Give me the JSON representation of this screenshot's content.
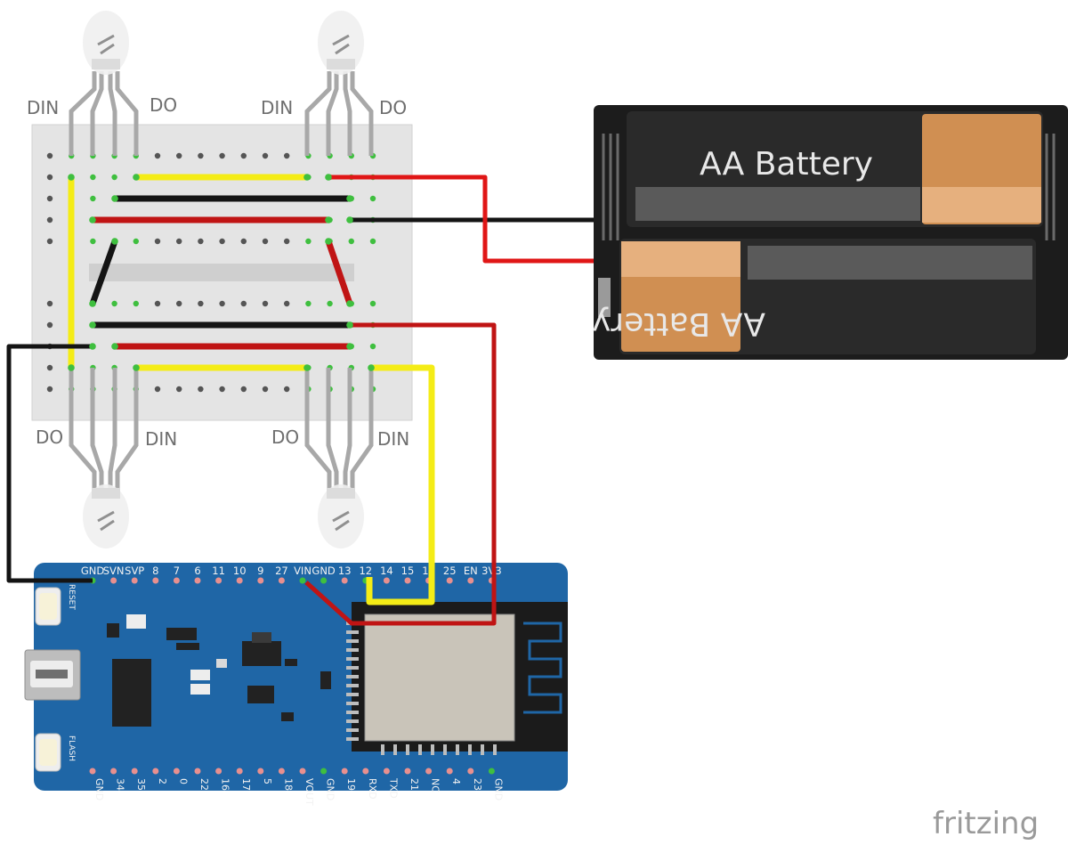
{
  "leds": {
    "din_label": "DIN",
    "do_label": "DO"
  },
  "battery": {
    "label": "AA Battery"
  },
  "board": {
    "top_pins": [
      "GND",
      "SVN",
      "SVP",
      "8",
      "7",
      "6",
      "11",
      "10",
      "9",
      "27",
      "VIN",
      "GND",
      "13",
      "12",
      "14",
      "15",
      "16",
      "25",
      "EN",
      "3V3"
    ],
    "bottom_pins": [
      "GND",
      "34",
      "35",
      "2",
      "0",
      "22",
      "16",
      "17",
      "5",
      "18",
      "VOUT",
      "GND",
      "19",
      "RXD",
      "TXD",
      "21",
      "NC",
      "4",
      "23",
      "GND"
    ],
    "reset_label": "RESET",
    "flash_label": "FLASH"
  },
  "watermark": "fritzing",
  "colors": {
    "breadboard": "#e6e6e6",
    "board": "#1f66a6",
    "wire_red": "#e01616",
    "wire_black": "#141414",
    "wire_yellow": "#f4ec16",
    "battery_case": "#1c1c1c",
    "battery_copper": "#d08f52"
  }
}
